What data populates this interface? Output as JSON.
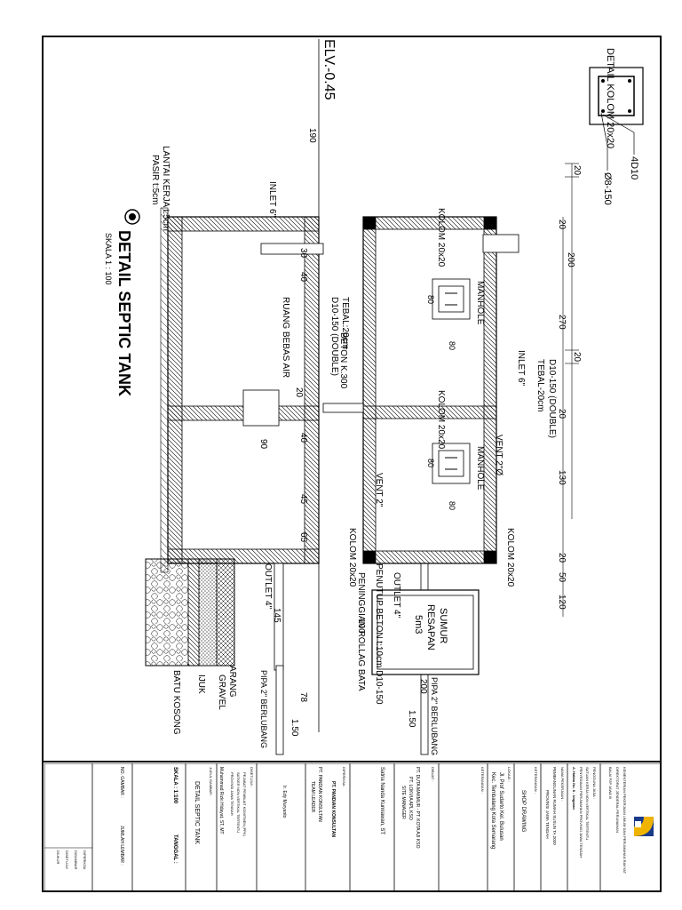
{
  "plan": {
    "detail_kolom_title": "DETAIL KOLOM 20x20",
    "rebar_main": "4D10",
    "stirrup": "Ø8-150",
    "dims": {
      "d20a": "20",
      "d200": "200",
      "d20b": "20",
      "d20c": "20",
      "d270": "270",
      "d20d": "20",
      "d130": "130",
      "d20e": "20",
      "d50": "50",
      "d120": "120",
      "d200b": "200",
      "d80a": "80",
      "d80b": "80",
      "d80c": "80",
      "d80d": "80",
      "d100": "100"
    },
    "kolom_tl": "KOLOM 20x20",
    "kolom_tr": "KOLOM 20x20",
    "kolom_bl": "KOLOM 20x20",
    "kolom_br": "KOLOM 20x20",
    "inlet": "INLET 6\"",
    "wall_spec_1": "D10-150 (DOUBLE)",
    "wall_spec_2": "TEBAL-20cm",
    "beton": "BETON K.300",
    "manhole_1": "MANHOLE",
    "manhole_2": "MANHOLE",
    "vent": "VENT 2\"Ø",
    "outlet": "OUTLET 4\"",
    "sumur_1": "SUMUR",
    "sumur_2": "RESAPAN",
    "sumur_3": "5m3",
    "pipa": "PIPA 2\" BERLUBANG",
    "pipa_len": "1.50"
  },
  "section": {
    "elevation": "ELV.-0.45",
    "d190": "190",
    "lantai_kerja": "LANTAI KERJA t:5cm",
    "pasir": "PASIR t:5cm",
    "inlet": "INLET 6\"",
    "d30": "30",
    "d40a": "40",
    "wall_spec_1": "D10-150 (DOUBLE)",
    "wall_spec_2": "TEBAL:20cm",
    "ruang": "RUANG BEBAS AIR",
    "d20": "20",
    "d40b": "40",
    "d90": "90",
    "vent": "VENT 2\"",
    "d45": "45",
    "d65": "65",
    "penutup": "PENUTUP BETON t:10cm D10-150",
    "peninggian": "PENINGGIAN ROLLAG BATA",
    "outlet": "OUTLET 4\"",
    "d145": "145",
    "arang": "ARANG",
    "gravel": "GRAVEL",
    "ijuk": "IJUK",
    "batu": "BATU KOSONG",
    "pipa": "PIPA 2\" BERLUBANG",
    "d78": "78",
    "pipa_len": "1.50",
    "title": "DETAIL SEPTIC TANK",
    "skala": "SKALA  1 : 100"
  },
  "title_block": {
    "org_1": "KEMENTERIAN PEKERJAAN UMUM DAN PERUMAHAN RAKYAT",
    "org_2": "DIREKTORAT JENDERAL PERUMAHAN",
    "org_3": "BALAI P2P JAWA III",
    "pengguna_label": "PENGGUNA JASA :",
    "pengguna_1": "SATUAN KERJA NON VERTIKAL TERTENTU",
    "pengguna_2": "PENYEDIAAN PERUMAHAN PROVINSI JAWA TENGAH",
    "pengguna_3": "A. Hakim No. 8 - Ungaran",
    "pekerjaan_label": "NAMA PEKERJAAN :",
    "pekerjaan_1": "PEMBANGUNAN RUMAH SUSUN TA 2020",
    "pekerjaan_2": "PROVINSI JAWA TENGAH",
    "ket_label": "KETERANGAN :",
    "ket": "SHOP DRAWING",
    "lokasi_label": "LOKASI :",
    "lokasi_1": "Jl. Prof Sudarto Kel. Bulusan",
    "lokasi_2": "Kec. Tembalang Kota Semarang",
    "ket2_label": "KETERANGAN :",
    "dibuat_label": "DIBUAT :",
    "kontraktor_1": "PT. DUTA MAKMUR - PT. KOTA AJI KSO",
    "kontraktor_2": "PT. LOKVIA APL KSO",
    "site_manager_label": "SITE MANAGER",
    "site_manager": "Satria Nanda Kurniawan, ST",
    "diperiksa_label": "DIPERIKSA :",
    "konsultan": "PT. PANDIAN KONSULTAN",
    "pengawas_1": "PT. PANDIAN KONSULTAN",
    "pengawas_2": "TEAM LEADER",
    "team_leader": "Ir. Edy Muryanto",
    "disetujui_label": "DISETUJUI :",
    "ppk_1": "PEJABAT PEMBUAT KOMITMEN (PPK)",
    "ppk_2": "SATKER NON VERTIKAL TERTENTU",
    "ppk_3": "PROVINSI JAWA TENGAH",
    "ppk_name": "Muhammad Rizki Hidayat, ST, MT",
    "judul_label": "JUDUL GAMBAR :",
    "judul": "DETAIL SEPTIC TANK",
    "skala_label": "SKALA : 1:100",
    "tanggal_label": "TANGGAL :",
    "no_gambar_label": "NO. GAMBAR :",
    "jumlah_label": "JUMLAH LEMBAR :",
    "check_1": "DIPERIKSA",
    "check_2": "DIGAMBAR",
    "check_3": "DISETUJUI",
    "check_4": "DIUKUR"
  }
}
